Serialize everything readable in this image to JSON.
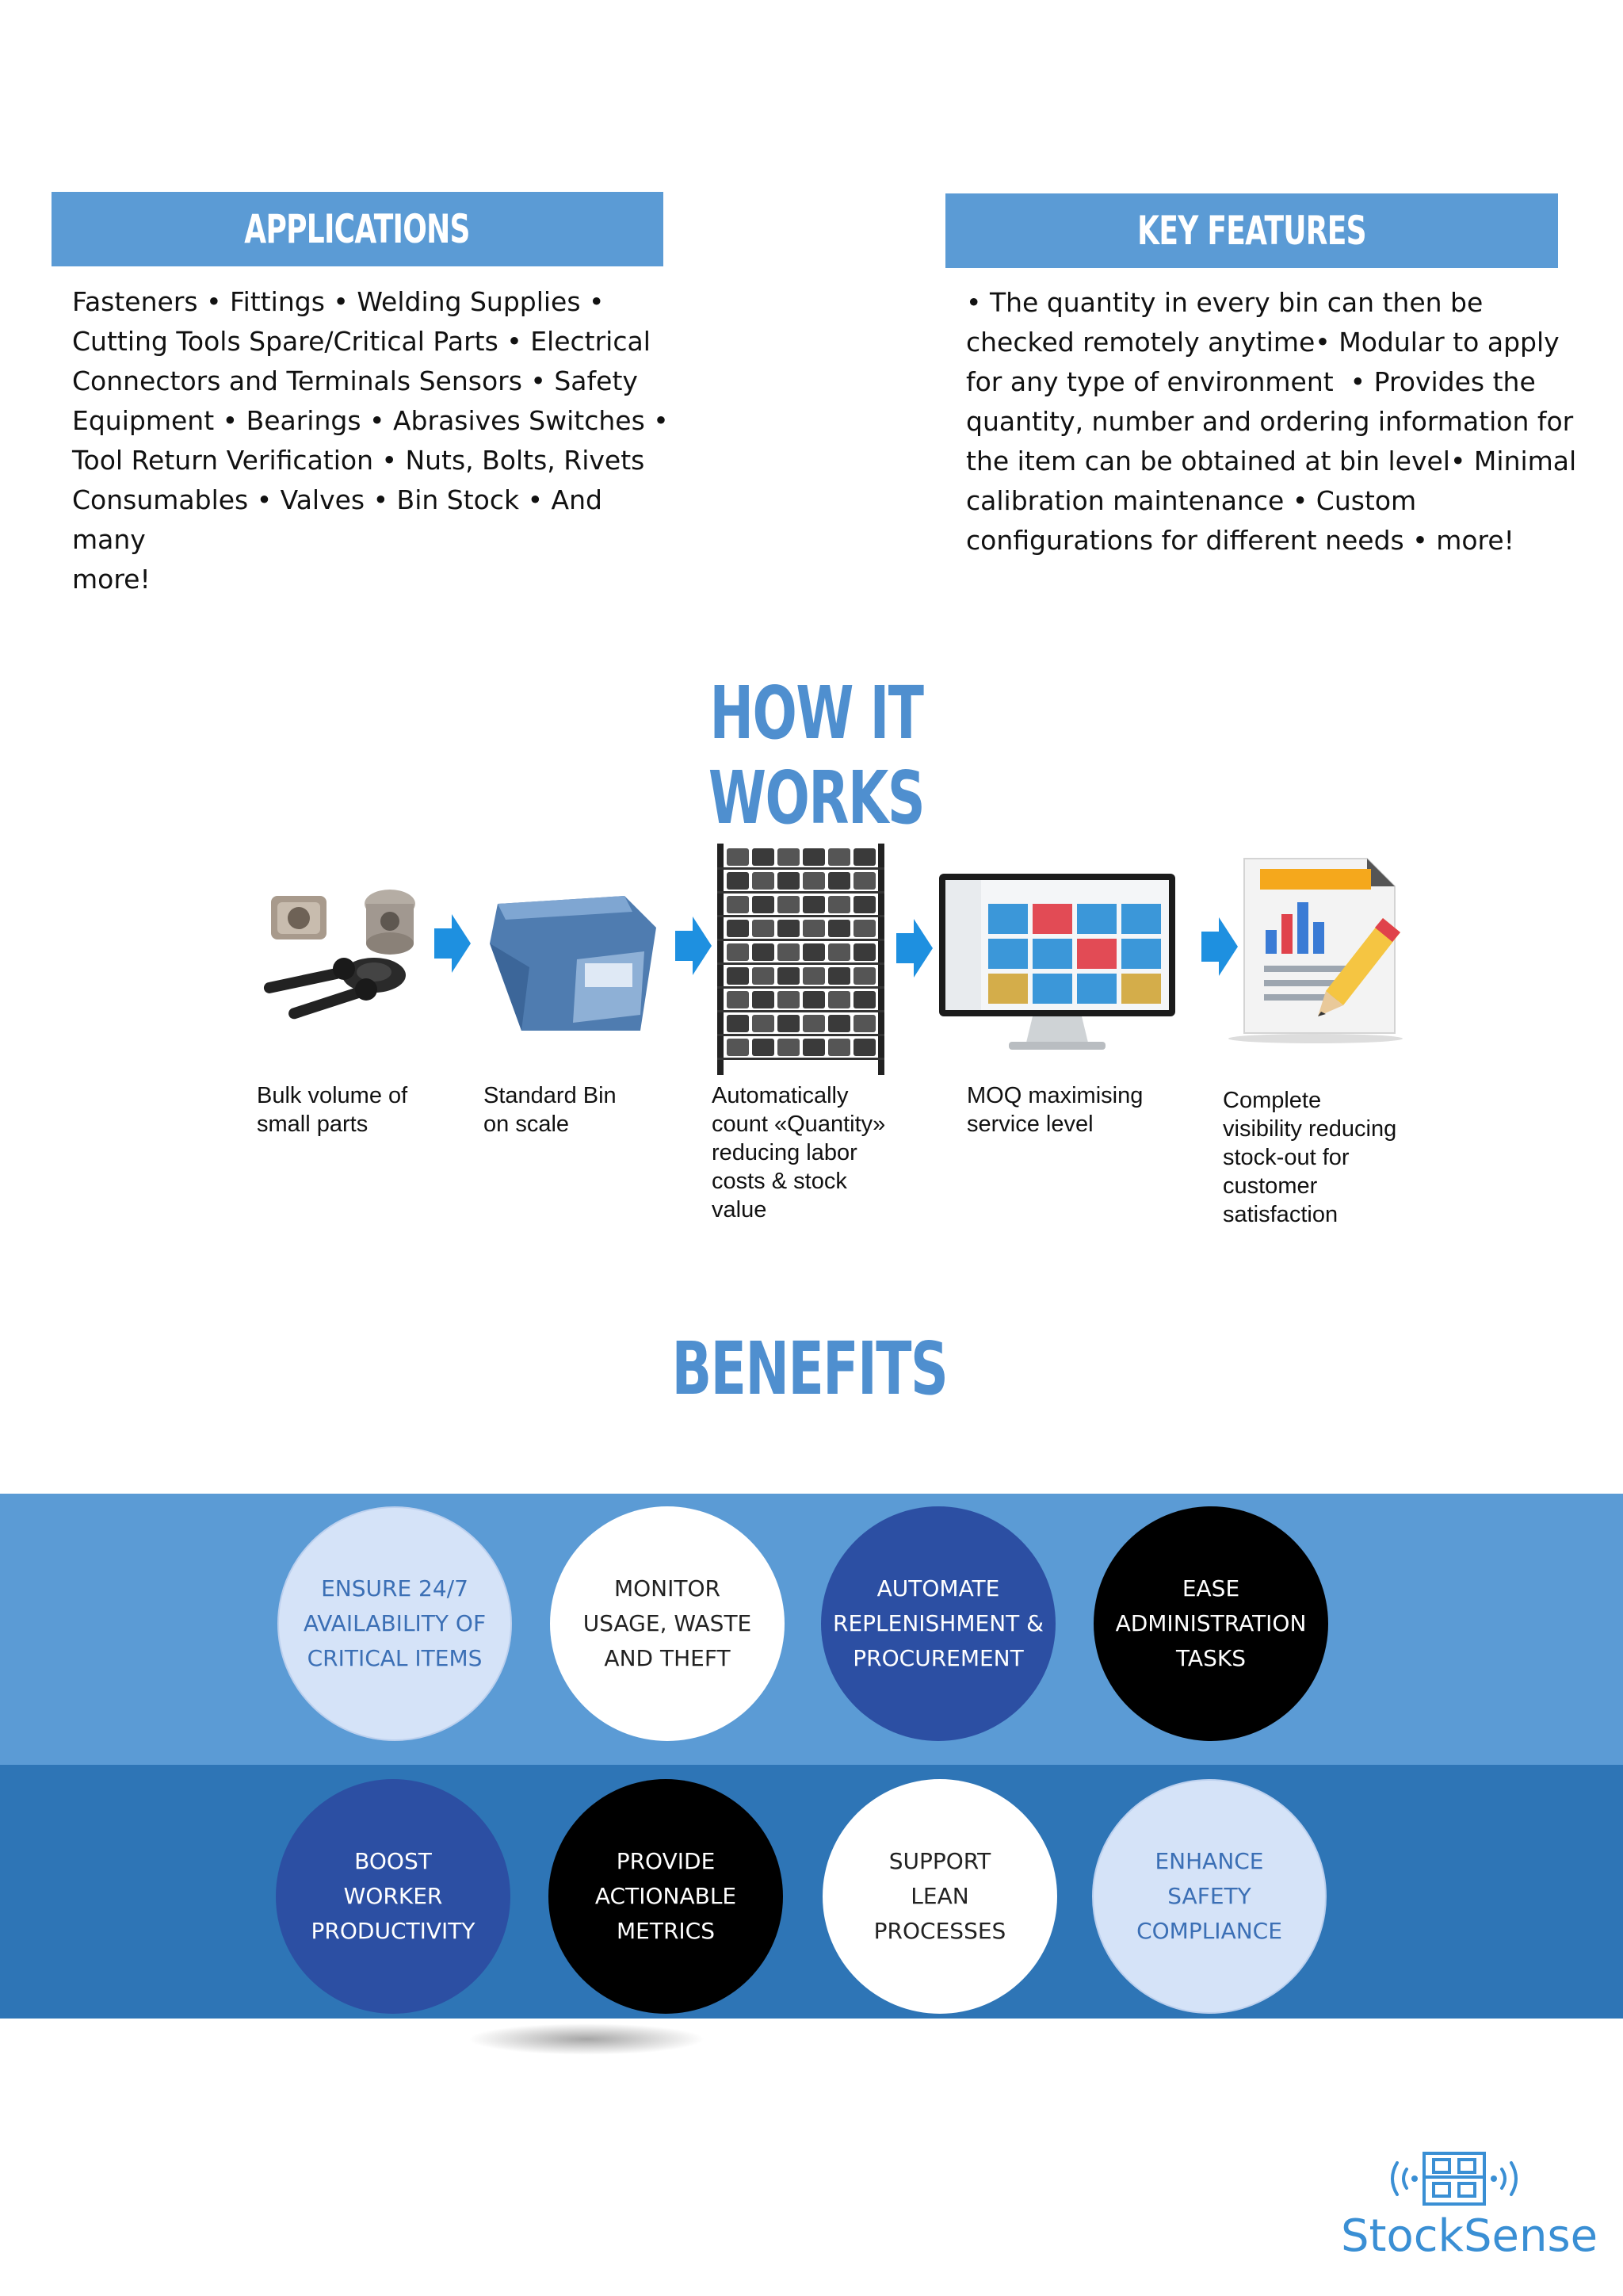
{
  "applications": {
    "heading": "APPLICATIONS",
    "lines": [
      "Fasteners • Fittings • Welding Supplies •",
      "Cutting Tools Spare/Critical Parts • Electrical",
      "Connectors and Terminals Sensors • Safety",
      "Equipment • Bearings • Abrasives Switches •",
      "Tool Return Verification • Nuts, Bolts, Rivets",
      "Consumables • Valves • Bin Stock • And many",
      "more!"
    ]
  },
  "key_features": {
    "heading": "KEY FEATURES",
    "lines": [
      "• The quantity in every bin can then be",
      "checked remotely anytime• Modular to apply",
      "for any type of environment  • Provides the",
      "quantity, number and ordering information for",
      "the item can be obtained at bin level• Minimal",
      "calibration maintenance • Custom",
      "configurations for different needs • more!"
    ]
  },
  "how_it_works": {
    "title": "HOW IT WORKS",
    "steps": [
      {
        "label": "Bulk volume of\nsmall parts",
        "icon": "parts-icon"
      },
      {
        "label": "Standard Bin\non scale",
        "icon": "bin-icon"
      },
      {
        "label": "Automatically\ncount «Quantity»\nreducing labor\ncosts & stock\nvalue",
        "icon": "shelf-icon"
      },
      {
        "label": "MOQ maximising\nservice level",
        "icon": "monitor-icon"
      },
      {
        "label": "Complete\nvisibility reducing\nstock-out for\ncustomer\nsatisfaction",
        "icon": "report-icon"
      }
    ]
  },
  "benefits": {
    "title": "BENEFITS",
    "row1": [
      {
        "lines": [
          "ENSURE 24/7",
          "AVAILABILITY OF",
          "CRITICAL ITEMS"
        ],
        "style": "light"
      },
      {
        "lines": [
          "MONITOR",
          "USAGE, WASTE",
          "AND THEFT"
        ],
        "style": "white"
      },
      {
        "lines": [
          "AUTOMATE",
          "REPLENISHMENT &",
          "PROCUREMENT"
        ],
        "style": "blue"
      },
      {
        "lines": [
          "EASE",
          "ADMINISTRATION",
          "TASKS"
        ],
        "style": "black"
      }
    ],
    "row2": [
      {
        "lines": [
          "BOOST",
          "WORKER",
          "PRODUCTIVITY"
        ],
        "style": "blue"
      },
      {
        "lines": [
          "PROVIDE",
          "ACTIONABLE",
          "METRICS"
        ],
        "style": "black"
      },
      {
        "lines": [
          "SUPPORT",
          "LEAN",
          "PROCESSES"
        ],
        "style": "white"
      },
      {
        "lines": [
          "ENHANCE",
          "SAFETY",
          "COMPLIANCE"
        ],
        "style": "light"
      }
    ]
  },
  "logo": {
    "name": "StockSense"
  },
  "colors": {
    "header_blue": "#5b9bd5",
    "title_blue": "#4f8fcf",
    "band_top": "#5b9bd5",
    "band_bottom": "#2e75b6",
    "arrow_blue": "#1e90e0"
  }
}
